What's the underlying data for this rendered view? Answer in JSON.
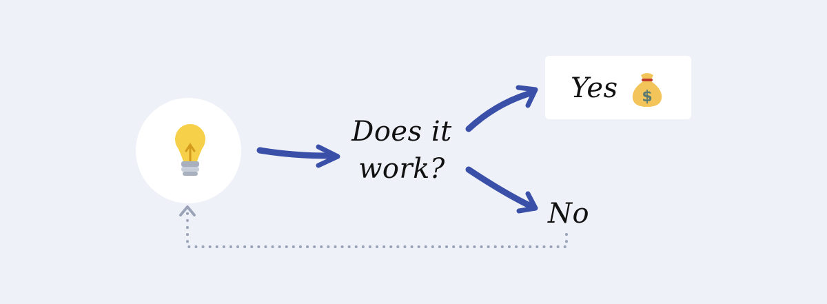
{
  "diagram": {
    "question": {
      "line1": "Does it",
      "line2": "work?"
    },
    "yes": {
      "label": "Yes",
      "icon": "money-bag-icon"
    },
    "no": {
      "label": "No"
    },
    "idea": {
      "icon": "lightbulb-icon"
    }
  },
  "colors": {
    "background": "#eef1f7",
    "arrow": "#3a4fa8",
    "loop": "#9aa3b8",
    "bulb": "#f7d04a",
    "bag": "#f2c45a"
  }
}
